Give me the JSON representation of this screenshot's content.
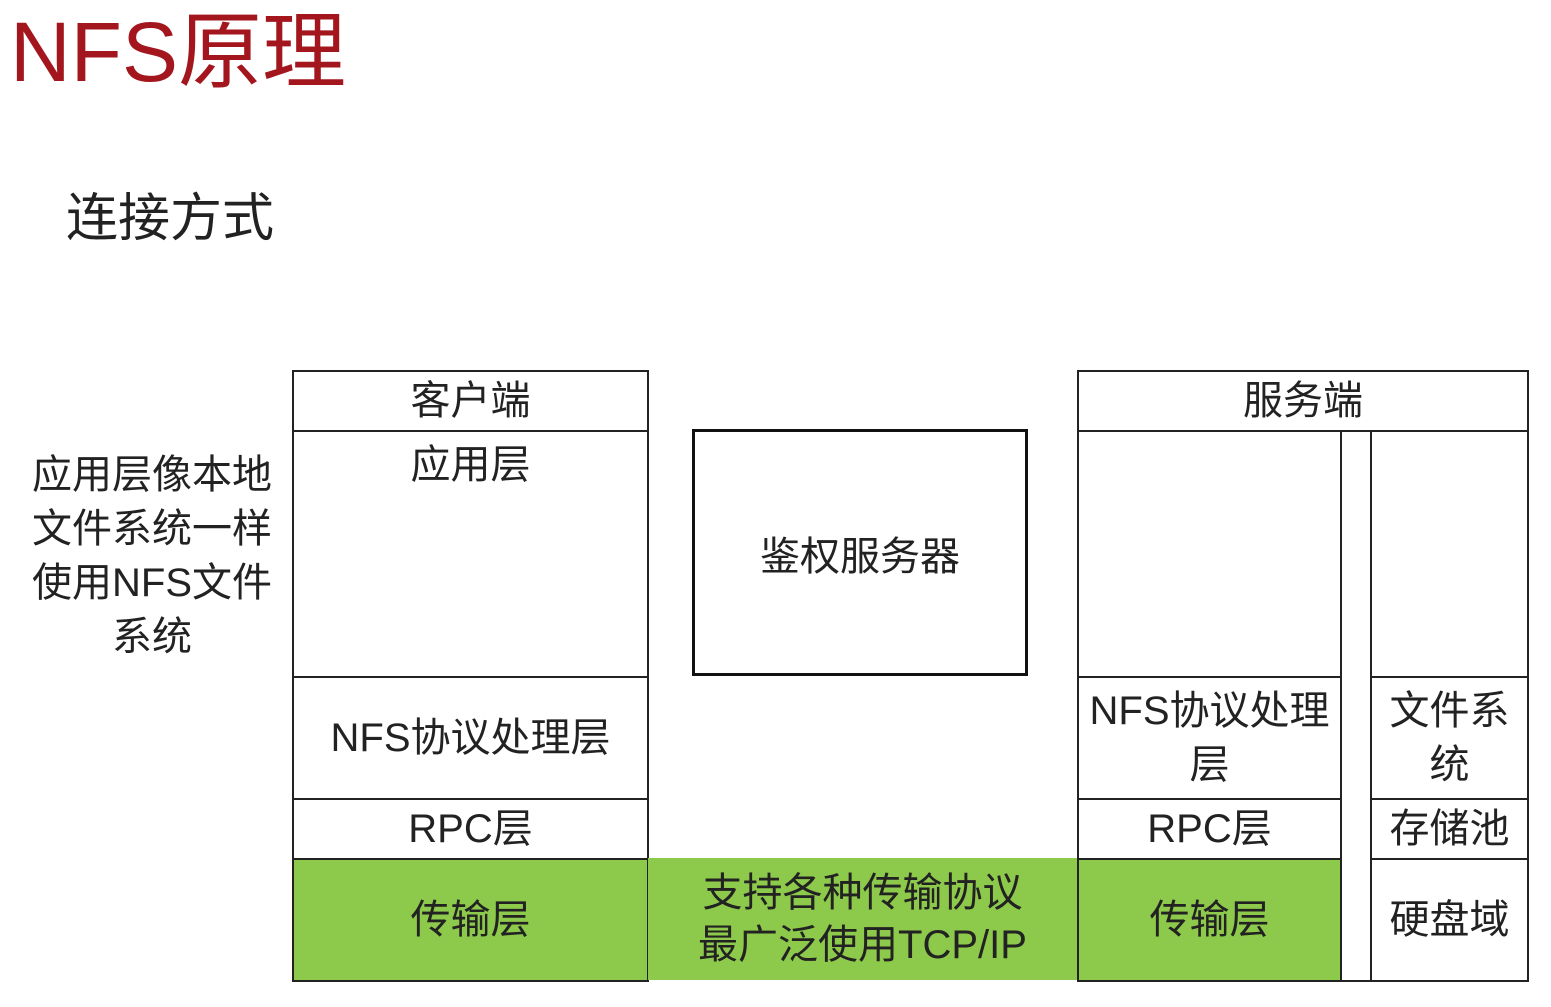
{
  "title": "NFS原理",
  "subtitle": "连接方式",
  "side_note": [
    "应用层像本地",
    "文件系统一样",
    "使用NFS文件",
    "系统"
  ],
  "client": {
    "header": "客户端",
    "app_layer": "应用层",
    "nfs_layer": "NFS协议处理层",
    "rpc_layer": "RPC层",
    "transport_layer": "传输层"
  },
  "auth_server": "鉴权服务器",
  "transport_note": [
    "支持各种传输协议",
    "最广泛使用TCP/IP"
  ],
  "server": {
    "header": "服务端",
    "nfs_layer": "NFS协议处理层",
    "rpc_layer": "RPC层",
    "transport_layer": "传输层",
    "file_system": "文件系统",
    "storage_pool": "存储池",
    "disk_domain": "硬盘域"
  },
  "colors": {
    "title": "#a3161e",
    "transport": "#8dc94b"
  }
}
